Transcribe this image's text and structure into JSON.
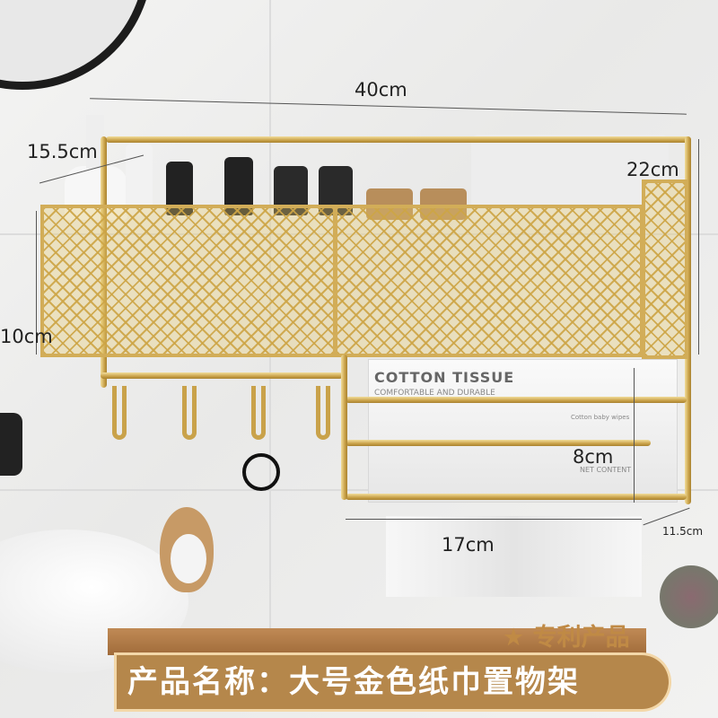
{
  "dimensions": {
    "width": "40cm",
    "depth": "15.5cm",
    "height": "22cm",
    "basket_height": "10cm",
    "tissue_height": "8cm",
    "tissue_width": "17cm",
    "tissue_depth": "11.5cm"
  },
  "tissue_box": {
    "title": "COTTON TISSUE",
    "subtitle": "COMFORTABLE AND DURABLE",
    "side_text": "Cotton baby wipes",
    "net_content": "NET CONTENT"
  },
  "patent_label": "专利产品",
  "product_name": "产品名称：大号金色纸巾置物架",
  "colors": {
    "gold": "#c9a24a",
    "banner": "#b5874b",
    "patent": "#c08a45"
  }
}
